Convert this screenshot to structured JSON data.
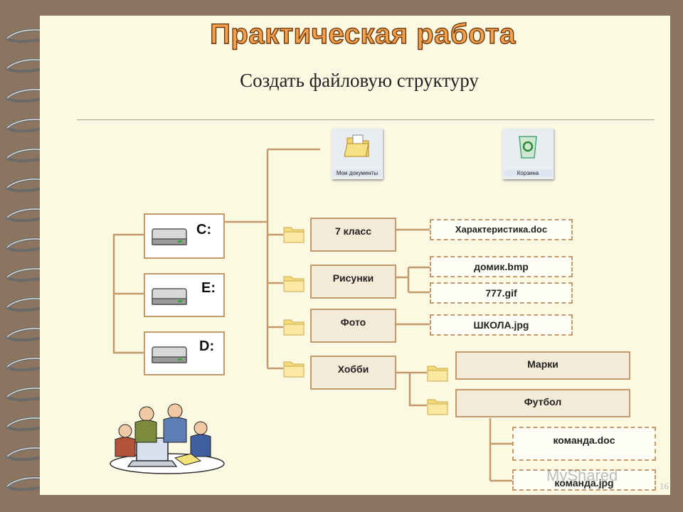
{
  "title": "Практическая работа",
  "subtitle": "Создать файловую структуру",
  "drives": [
    {
      "label": "C:",
      "icon": "hard-drive-icon"
    },
    {
      "label": "E:",
      "icon": "hard-drive-icon"
    },
    {
      "label": "D:",
      "icon": "hard-drive-icon"
    }
  ],
  "desktop_icons": [
    {
      "label": "Мои документы",
      "icon": "my-documents-icon"
    },
    {
      "label": "Корзина",
      "icon": "recycle-bin-icon"
    }
  ],
  "folders": [
    "7 класс",
    "Рисунки",
    "Фото",
    "Хобби"
  ],
  "files": [
    "Характеристика.doc",
    "домик.bmp",
    "777.gif",
    "ШКОЛА.jpg"
  ],
  "subfolders": [
    "Марки",
    "Футбол"
  ],
  "football_files": [
    "команда.doc",
    "команда.jpg"
  ],
  "page_number": "16",
  "watermark": "MyShared",
  "colors": {
    "title_fill": "#f6a04a",
    "title_outline": "#6a3a10",
    "connector": "#c39a6b",
    "page_bg": "#fcf9e3"
  }
}
